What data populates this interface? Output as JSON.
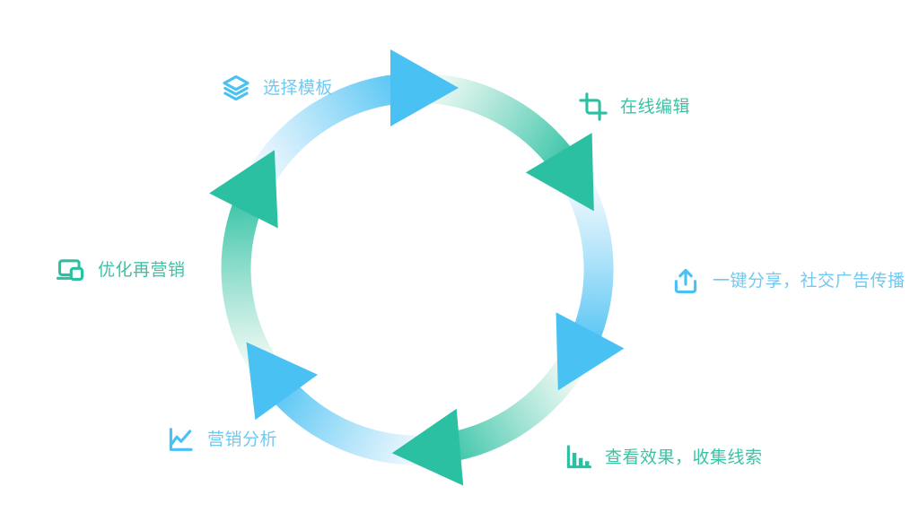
{
  "page": {
    "background": "#ffffff"
  },
  "colors": {
    "blue": "#4AC1F3",
    "teal": "#2BC0A2",
    "blue_tail": "#EAF6FD",
    "teal_tail": "#EBF8F2",
    "blue_text": "#70C9F2",
    "teal_text": "#3CC2A4"
  },
  "cycle": {
    "direction": "clockwise",
    "steps": [
      {
        "label": "选择模板",
        "icon": "layers-icon",
        "color": "blue"
      },
      {
        "label": "在线编辑",
        "icon": "crop-icon",
        "color": "teal"
      },
      {
        "label": "一键分享，社交广告传播",
        "icon": "share-upload-icon",
        "color": "blue"
      },
      {
        "label": "查看效果，收集线索",
        "icon": "bar-chart-icon",
        "color": "teal"
      },
      {
        "label": "营销分析",
        "icon": "line-chart-icon",
        "color": "blue"
      },
      {
        "label": "优化再营销",
        "icon": "laptop-screens-icon",
        "color": "teal"
      }
    ]
  }
}
